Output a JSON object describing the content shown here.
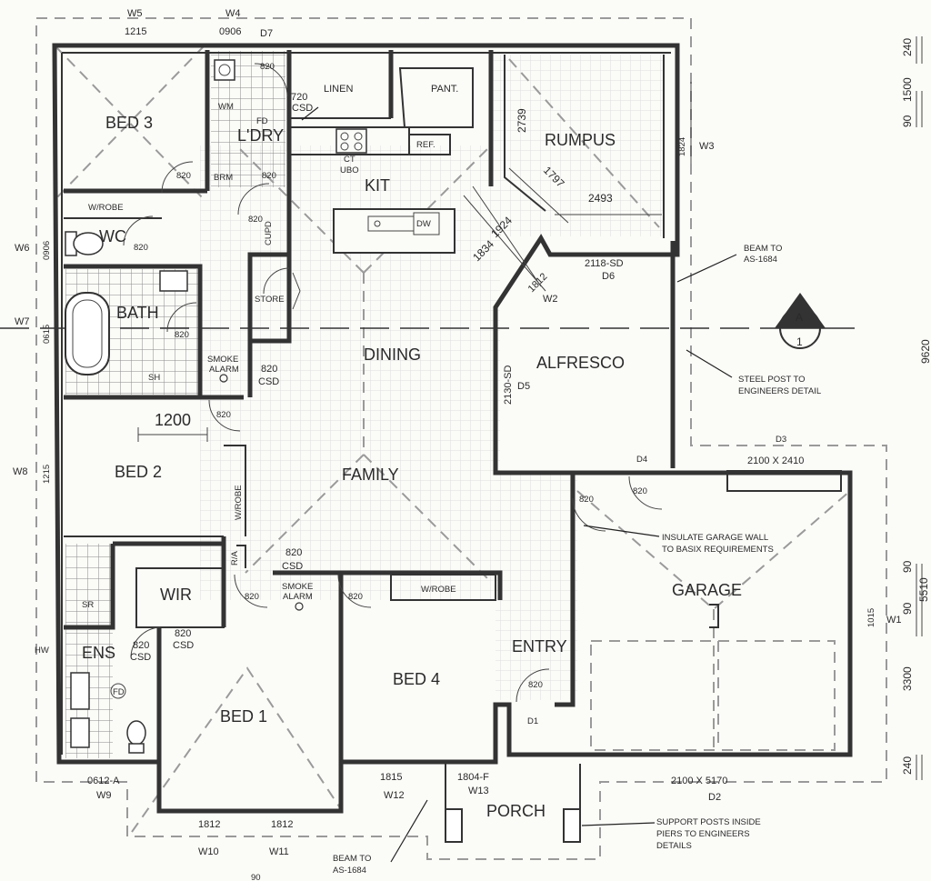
{
  "rooms": {
    "bed3": "BED 3",
    "ldry": "L'DRY",
    "linen": "LINEN",
    "pant": "PANT.",
    "ref": "REF.",
    "rumpus": "RUMPUS",
    "kit": "KIT",
    "wc": "WC",
    "bath": "BATH",
    "store": "STORE",
    "dining": "DINING",
    "alfresco": "ALFRESCO",
    "bed2": "BED 2",
    "family": "FAMILY",
    "garage": "GARAGE",
    "wir": "WIR",
    "ens": "ENS",
    "bed4": "BED 4",
    "entry": "ENTRY",
    "bed1": "BED 1",
    "porch": "PORCH"
  },
  "fixtures": {
    "wrobe1": "W/ROBE",
    "wrobe2": "W/ROBE",
    "wrobe3": "W/ROBE",
    "wm": "WM",
    "brm": "BRM",
    "fd1": "FD",
    "fd2": "FD",
    "cupd": "CUPD",
    "ct": "CT",
    "ubo": "UBO",
    "dw": "DW",
    "sh": "SH",
    "sr": "SR",
    "ra": "R/A",
    "smoke1": "SMOKE",
    "alarm1": "ALARM",
    "smoke2": "SMOKE",
    "alarm2": "ALARM",
    "csd1": "CSD",
    "csd2": "CSD",
    "csd3": "CSD",
    "csd4": "CSD",
    "csd5": "CSD"
  },
  "dimensions": {
    "w5": "W5",
    "d1215a": "1215",
    "w4": "W4",
    "d0906a": "0906",
    "d7": "D7",
    "d820a": "820",
    "d720": "720",
    "d820b": "820",
    "d820c": "820",
    "d820d": "820",
    "d2739": "2739",
    "d1797": "1797",
    "d2493": "2493",
    "d1824": "1824",
    "w3": "W3",
    "d1924": "1924",
    "d1834": "1834",
    "d1812a": "1812",
    "w2": "W2",
    "d2118sd": "2118-SD",
    "d6": "D6",
    "d820e": "820",
    "d820f": "820",
    "d2130sd": "2130-SD",
    "d5": "D5",
    "d820g": "820",
    "d1200": "1200",
    "d820h": "820",
    "d820i": "820",
    "d820j": "820",
    "d820k": "820",
    "d820l": "820",
    "d820m": "820",
    "d820n": "820",
    "d820o": "820",
    "d820p": "820",
    "d3": "D3",
    "d2100x2410": "2100 X 2410",
    "d4": "D4",
    "w6": "W6",
    "d0906b": "0906",
    "w7": "W7",
    "d0615": "0615",
    "w8": "W8",
    "d1215b": "1215",
    "hw": "HW",
    "w1": "W1",
    "d1015": "1015",
    "d0612a": "0612-A",
    "w9": "W9",
    "d1815": "1815",
    "w12": "W12",
    "d1804f": "1804-F",
    "w13": "W13",
    "d1812b": "1812",
    "d1812c": "1812",
    "w10": "W10",
    "w11": "W11",
    "d2100x5170": "2100 X 5170",
    "d2": "D2",
    "dd1": "D1",
    "r240a": "240",
    "r1500": "1500",
    "r90a": "90",
    "r9620": "9620",
    "r90b": "90",
    "r5510": "5510",
    "r90c": "90",
    "r3300": "3300",
    "r240b": "240",
    "section_letter": "A",
    "section_num": "1",
    "bottom_partial": "90"
  },
  "notes": {
    "beam_top_1": "BEAM TO",
    "beam_top_2": "AS-1684",
    "post_1": "STEEL POST TO",
    "post_2": "ENGINEERS DETAIL",
    "insulate_1": "INSULATE GARAGE WALL",
    "insulate_2": "TO BASIX REQUIREMENTS",
    "support_1": "SUPPORT POSTS INSIDE",
    "support_2": "PIERS TO ENGINEERS",
    "support_3": "DETAILS",
    "beam_bot_1": "BEAM TO",
    "beam_bot_2": "AS-1684"
  }
}
